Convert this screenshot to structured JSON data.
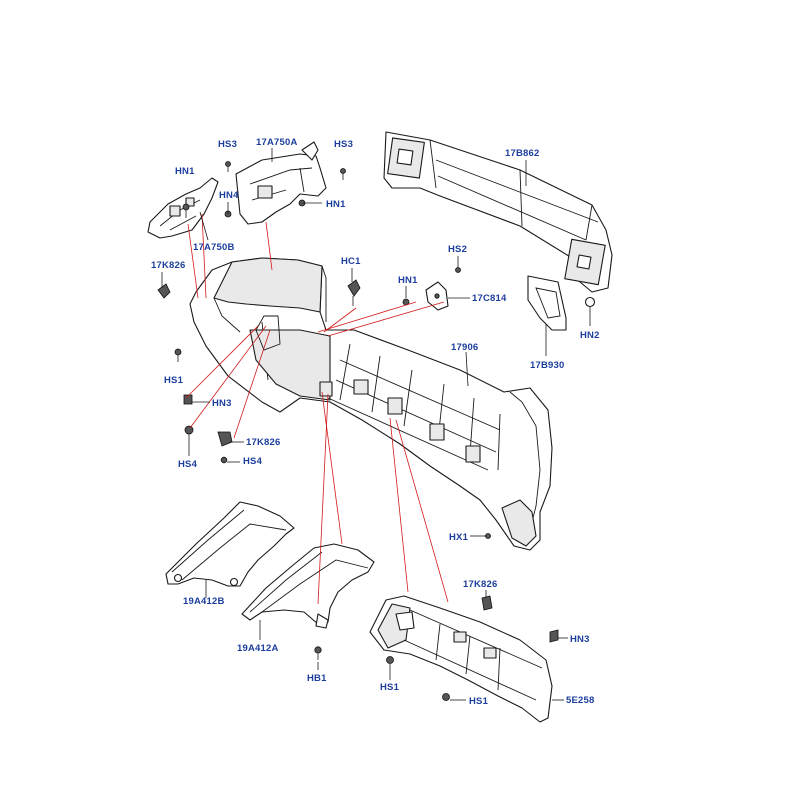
{
  "labels": {
    "l_17B862": "17B862",
    "l_17A750A": "17A750A",
    "l_HS3_a": "HS3",
    "l_HS3_b": "HS3",
    "l_HN1_a": "HN1",
    "l_HN4": "HN4",
    "l_HN1_b": "HN1",
    "l_17A750B": "17A750B",
    "l_17K826_a": "17K826",
    "l_HC1": "HC1",
    "l_HS2": "HS2",
    "l_HN1_c": "HN1",
    "l_17C814": "17C814",
    "l_HN2": "HN2",
    "l_17B930": "17B930",
    "l_17906": "17906",
    "l_HS1_a": "HS1",
    "l_HN3_a": "HN3",
    "l_17K826_b": "17K826",
    "l_HS4_a": "HS4",
    "l_HS4_b": "HS4",
    "l_HX1": "HX1",
    "l_19A412B": "19A412B",
    "l_19A412A": "19A412A",
    "l_HB1": "HB1",
    "l_17K826_c": "17K826",
    "l_HN3_b": "HN3",
    "l_HS1_b": "HS1",
    "l_HS1_c": "HS1",
    "l_5E258": "5E258"
  }
}
